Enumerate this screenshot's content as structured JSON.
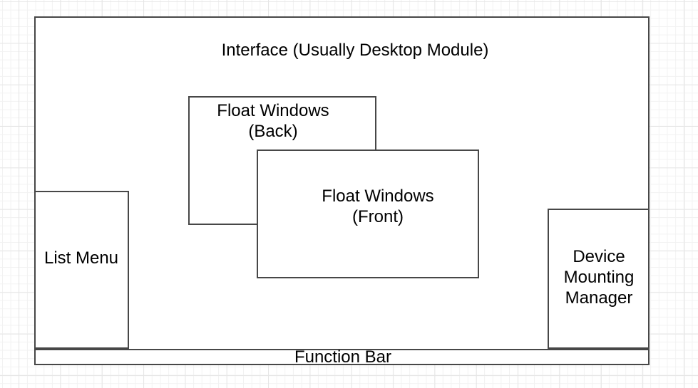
{
  "canvas": {
    "colors": {
      "background": "#ffffff",
      "grid_minor": "#f2f2f2",
      "grid_major": "#e6e6e6",
      "shape_border": "#474747",
      "shape_fill": "#ffffff",
      "text": "#000000"
    }
  },
  "diagram": {
    "interface": {
      "label": "Interface (Usually Desktop Module)"
    },
    "float_back": {
      "lines": [
        "Float Windows",
        "(Back)"
      ]
    },
    "float_front": {
      "lines": [
        "Float Windows",
        "(Front)"
      ]
    },
    "list_menu": {
      "label": "List Menu"
    },
    "device_mounting_manager": {
      "lines": [
        "Device",
        "Mounting",
        "Manager"
      ]
    },
    "function_bar": {
      "label": "Function Bar"
    }
  }
}
